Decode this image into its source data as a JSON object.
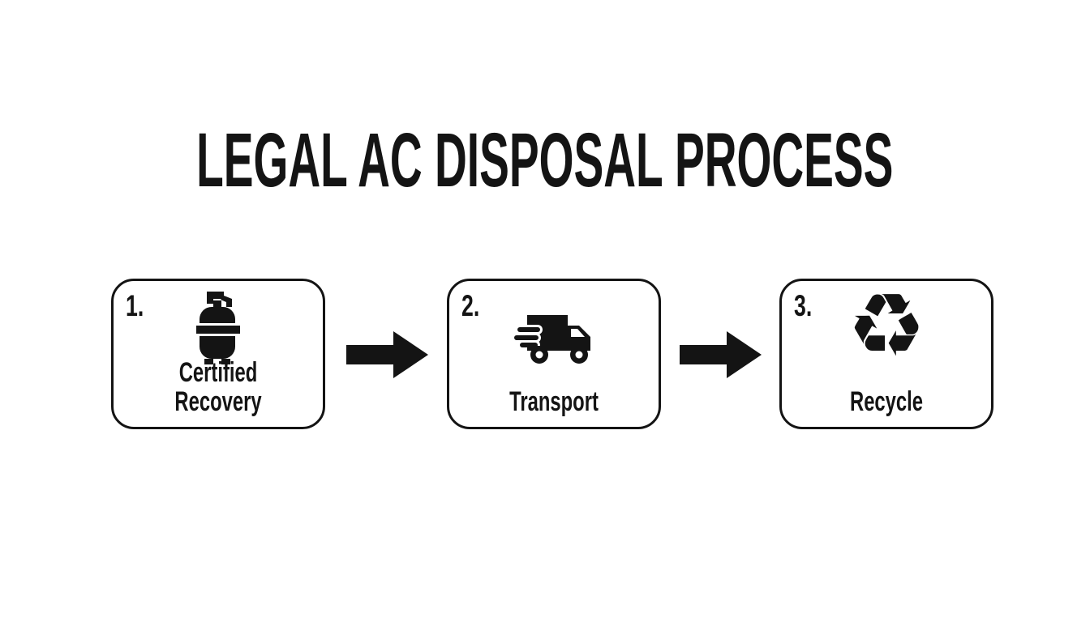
{
  "title": "LEGAL AC DISPOSAL PROCESS",
  "colors": {
    "ink": "#141414",
    "background": "#ffffff"
  },
  "steps": [
    {
      "number": "1.",
      "label": "Certified\nRecovery",
      "icon": "refrigerant-recovery-tank-icon"
    },
    {
      "number": "2.",
      "label": "Transport",
      "icon": "delivery-truck-icon"
    },
    {
      "number": "3.",
      "label": "Recycle",
      "icon": "recycle-icon",
      "glyph": "♻"
    }
  ],
  "connectors": [
    {
      "type": "arrow-right"
    },
    {
      "type": "arrow-right"
    }
  ]
}
